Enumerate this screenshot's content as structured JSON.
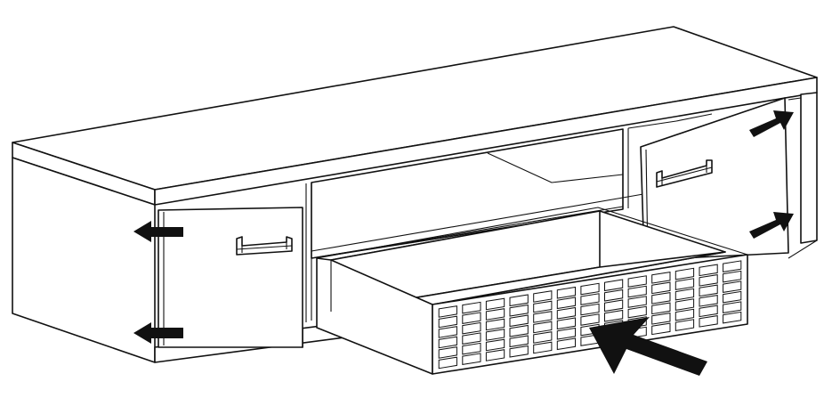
{
  "figure": {
    "subject": "tv-cabinet-assembly-diagram",
    "line_color": "#111111",
    "background": "#ffffff"
  },
  "arrows": [
    {
      "name": "left-door-top-arrow",
      "direction": "left"
    },
    {
      "name": "left-door-bottom-arrow",
      "direction": "left"
    },
    {
      "name": "right-door-top-arrow",
      "direction": "up-right"
    },
    {
      "name": "right-door-bottom-arrow",
      "direction": "up-right"
    },
    {
      "name": "drawer-push-arrow",
      "direction": "up-left"
    }
  ],
  "drawer_front": {
    "rows": 6,
    "columns": 13
  }
}
